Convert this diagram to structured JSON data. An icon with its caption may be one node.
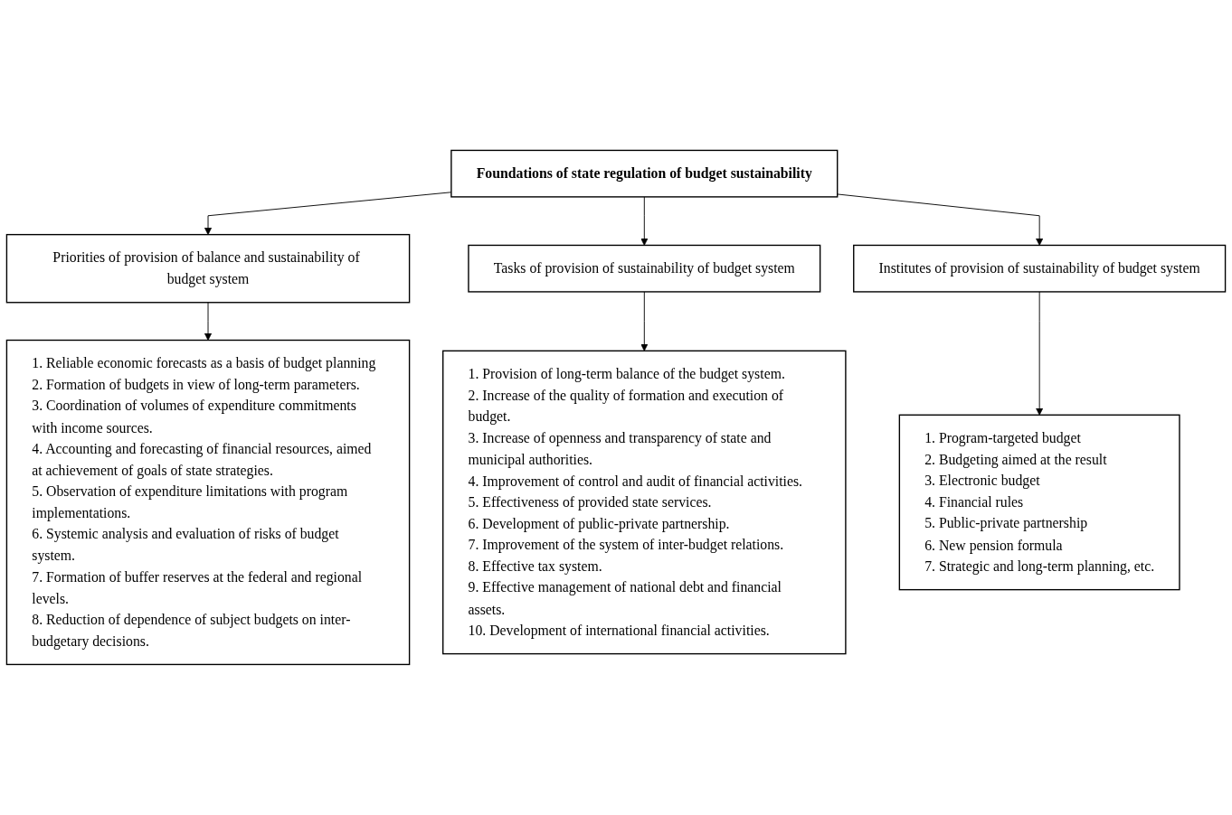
{
  "diagram": {
    "nodes": [
      {
        "text": [
          "Foundations of state regulation of budget sustainability"
        ]
      },
      {
        "text": [
          "Priorities of provision of balance and sustainability of budget system"
        ]
      },
      {
        "text": [
          "Tasks of provision of sustainability of budget system"
        ]
      },
      {
        "text": [
          "Institutes of provision of sustainability of budget system"
        ]
      },
      {
        "text": [
          "1. Reliable economic forecasts as a basis of budget planning",
          "2. Formation of budgets in view of long-term parameters.",
          "3. Coordination of volumes of expenditure commitments with income sources.",
          "4. Accounting and forecasting of financial resources, aimed at achievement of goals of state strategies.",
          "5. Observation of expenditure limitations with program implementations.",
          "6. Systemic analysis and evaluation of risks of budget system.",
          "7. Formation of buffer reserves at the federal and regional levels.",
          "8. Reduction of dependence of subject budgets on inter-budgetary decisions."
        ]
      },
      {
        "text": [
          "1. Provision of long-term balance of the budget system.",
          "2. Increase of the quality of formation and execution of budget.",
          "3. Increase of openness and transparency of state and municipal authorities.",
          "4. Improvement of control and audit of financial activities.",
          "5. Effectiveness of provided state services.",
          "6. Development of public-private partnership.",
          "7. Improvement of the system of inter-budget relations.",
          "8. Effective tax system.",
          "9. Effective management of national debt and financial assets.",
          "10. Development of international financial activities."
        ]
      },
      {
        "text": [
          "1. Program-targeted budget",
          "2. Budgeting aimed at the result",
          "3. Electronic budget",
          "4. Financial rules",
          "5. Public-private partnership",
          "6. New pension formula",
          "7. Strategic and long-term planning, etc."
        ]
      }
    ],
    "edges": [
      {
        "from": 0,
        "to": 1,
        "arrow": "to"
      },
      {
        "from": 0,
        "to": 2,
        "arrow": "to"
      },
      {
        "from": 0,
        "to": 3,
        "arrow": "to"
      },
      {
        "from": 1,
        "to": 4,
        "arrow": "to"
      },
      {
        "from": 2,
        "to": 5,
        "arrow": "to"
      },
      {
        "from": 3,
        "to": 6,
        "arrow": "to"
      }
    ]
  }
}
